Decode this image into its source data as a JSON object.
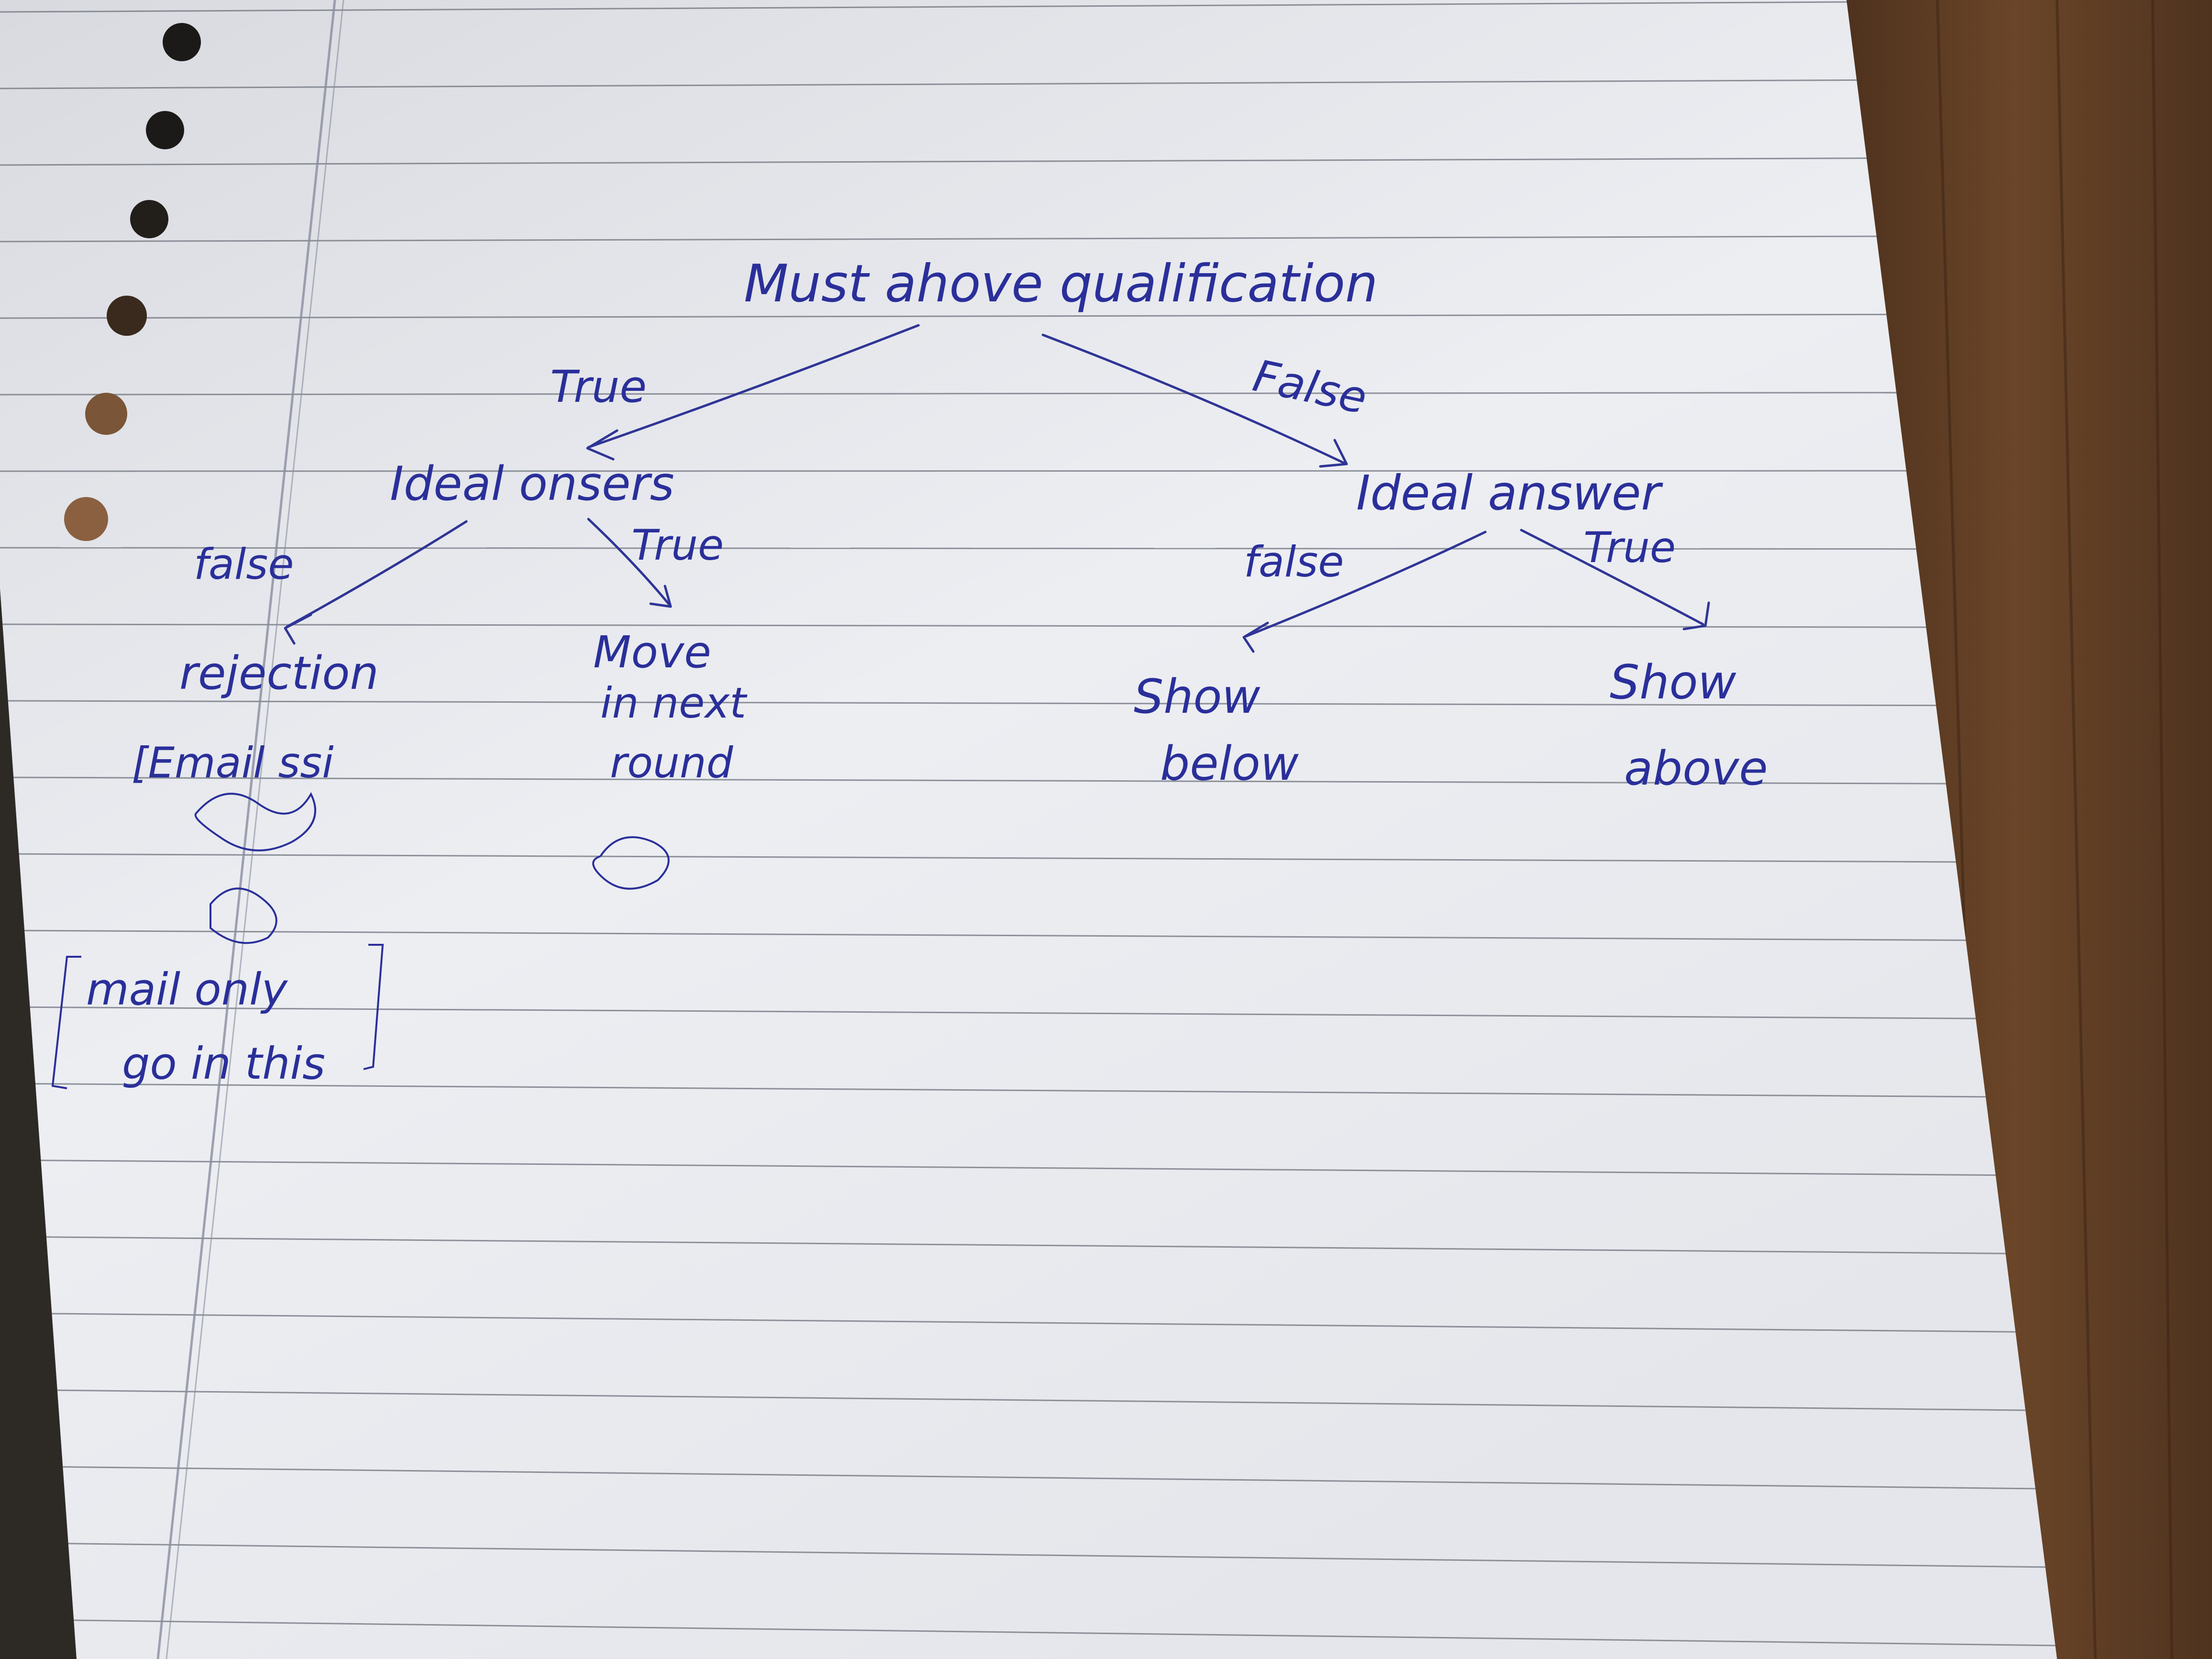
{
  "diagram": {
    "root": {
      "label": "Must ahove qualification"
    },
    "left_branch": {
      "edge_label": "True",
      "node_label": "Ideal onsers",
      "false_edge_label": "false",
      "true_edge_label": "True",
      "false_outcome": {
        "title": "rejection",
        "bracket_text": "[Email ssi",
        "note_line1": "mail only",
        "note_line2": "go in this"
      },
      "true_outcome": {
        "line1": "Move",
        "line2": "in next",
        "line3": "round"
      }
    },
    "right_branch": {
      "edge_label": "False",
      "node_label": "Ideal answer",
      "false_edge_label": "false",
      "true_edge_label": "True",
      "false_outcome": {
        "line1": "Show",
        "line2": "below"
      },
      "true_outcome": {
        "line1": "Show",
        "line2": "above"
      }
    }
  },
  "colors": {
    "ink": "#2a2f9a",
    "paper": "#e7e8ec",
    "rule_line": "#6e727c",
    "margin_line": "#8a8ea0",
    "wood": "#5a3a22",
    "background": "#2e2a26"
  }
}
